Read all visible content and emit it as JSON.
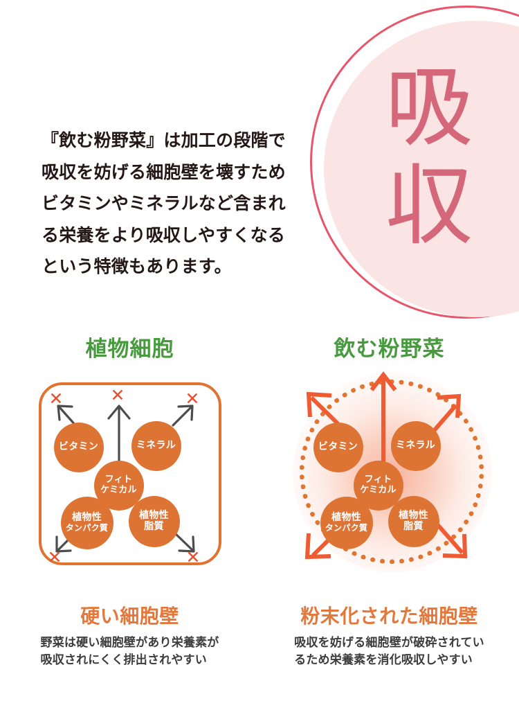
{
  "badge": {
    "kanji_line1": "吸",
    "kanji_line2": "収",
    "ring_color": "#e8556a",
    "fill_color": "#fbe4e4",
    "text_color": "#d4677a"
  },
  "intro": {
    "paragraph": "『飲む粉野菜』は加工の段階で吸収を妨げる細胞壁を壊すためビタミンやミネラルなど含まれる栄養をより吸収しやすくなるという特徴もあります。"
  },
  "diagrams": {
    "heading_color": "#479a3e",
    "bubble_color": "#dd7434",
    "left": {
      "heading": "植物細胞",
      "bubbles": {
        "vitamin": "ビタミン",
        "mineral": "ミネラル",
        "phyto_line1": "フィト",
        "phyto_line2": "ケミカル",
        "protein_line1": "植物性",
        "protein_line2": "タンパク質",
        "lipid_line1": "植物性",
        "lipid_line2": "脂質"
      },
      "blocked_marks": [
        "✕",
        "✕",
        "✕",
        "✕",
        "✕"
      ],
      "arrow_color": "#4c4c4c",
      "box_color": "#e0742f",
      "x_color": "#ea4e31",
      "caption_title": "硬い細胞壁",
      "caption_line1": "野菜は硬い細胞壁があり栄養素が",
      "caption_line2": "吸収されにくく排出されやすい"
    },
    "right": {
      "heading": "飲む粉野菜",
      "bubbles": {
        "vitamin": "ビタミン",
        "mineral": "ミネラル",
        "phyto_line1": "フィト",
        "phyto_line2": "ケミカル",
        "protein_line1": "植物性",
        "protein_line2": "タンパク質",
        "lipid_line1": "植物性",
        "lipid_line2": "脂質"
      },
      "arrow_color": "#ef5b33",
      "ring_color": "#e1742f",
      "caption_title": "粉末化された細胞壁",
      "caption_line1": "吸収を妨げる細胞壁が破砕されてい",
      "caption_line2": "るため栄養素を消化吸収しやすい"
    }
  }
}
